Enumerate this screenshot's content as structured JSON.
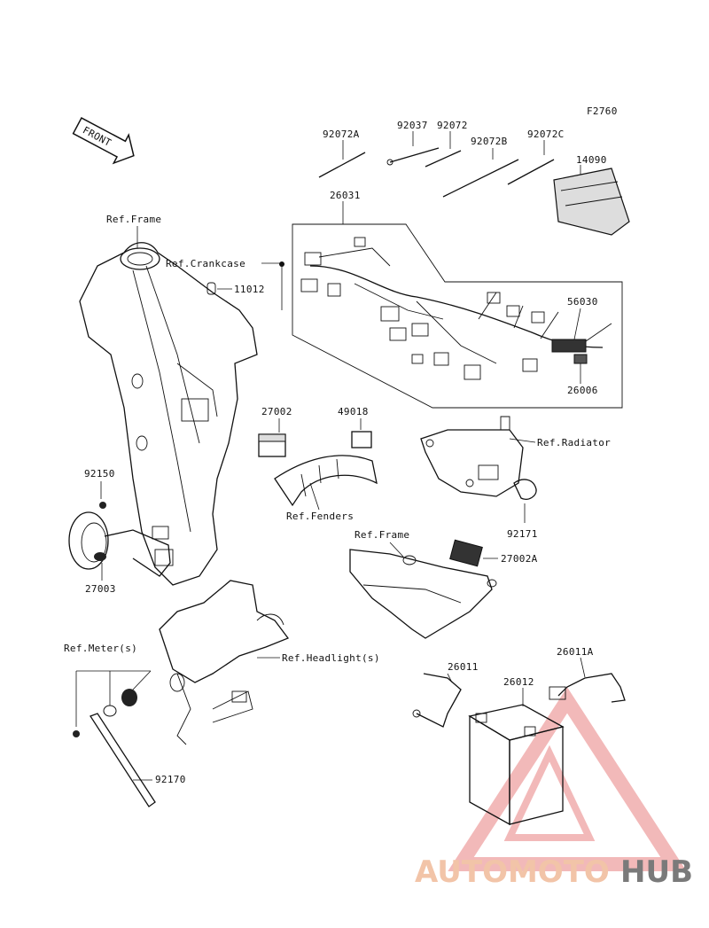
{
  "figure_id": "F2760",
  "front_label": "FRONT",
  "parts": {
    "p92072A": "92072A",
    "p92037": "92037",
    "p92072": "92072",
    "p92072B": "92072B",
    "p92072C": "92072C",
    "p14090": "14090",
    "p26031": "26031",
    "p11012": "11012",
    "p56030": "56030",
    "p26006": "26006",
    "p27002": "27002",
    "p49018": "49018",
    "p92150": "92150",
    "p27003": "27003",
    "p92171": "92171",
    "p27002A": "27002A",
    "p26011": "26011",
    "p26011A": "26011A",
    "p26012": "26012",
    "p92170": "92170"
  },
  "refs": {
    "frame_top": "Ref.Frame",
    "crankcase": "Ref.Crankcase",
    "radiator": "Ref.Radiator",
    "fenders": "Ref.Fenders",
    "frame_mid": "Ref.Frame",
    "meter": "Ref.Meter(s)",
    "headlight": "Ref.Headlight(s)"
  },
  "watermark": {
    "part1": "AUTOMOTO",
    "part2": "HUB",
    "color_main": "#f2c4a8",
    "color_hub": "#7a7a7a",
    "triangle_color": "#e98080"
  }
}
